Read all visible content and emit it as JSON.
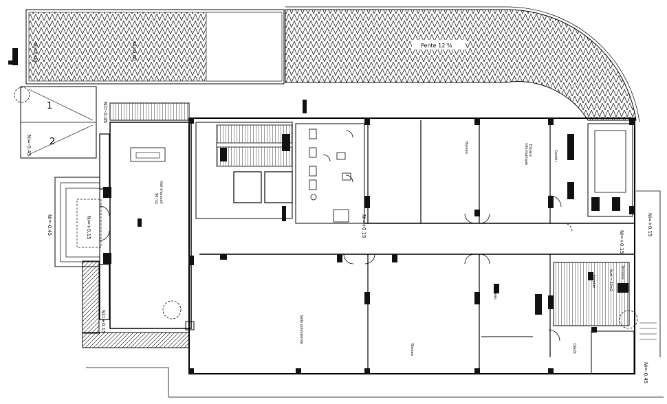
{
  "ramp": {
    "slope_label": "Pente 12 %"
  },
  "levels": {
    "l1": "Ni=0.00",
    "l2": "Ni=0.00",
    "l3": "Ni=-0.45",
    "l4": "Ni=-0.45",
    "l5": "Ni=-0.45",
    "l6": "Ni=+0.15",
    "l7": "Ni=+0.15",
    "l8": "Ni=+0.15",
    "l9": "Ni=+0.15",
    "l10": "Ni=+0.15",
    "l11": "Ni=-0.45"
  },
  "parking": {
    "space_1": "1",
    "space_2": "2"
  },
  "rooms": {
    "hall": "Hall d'accueil",
    "hall_area": "98 m2",
    "bureau_1": "Bureau",
    "bureau_2": "Bureau",
    "bureau_3": "Bureau",
    "info_1": "Espace",
    "info_2": "informatique",
    "couloir": "Couloir",
    "salle": "Salle polyvalente",
    "terrasse": "Terrasse",
    "escalier": "Escalier",
    "depot": "Dépôt",
    "surface": "Surf = 32m2"
  }
}
